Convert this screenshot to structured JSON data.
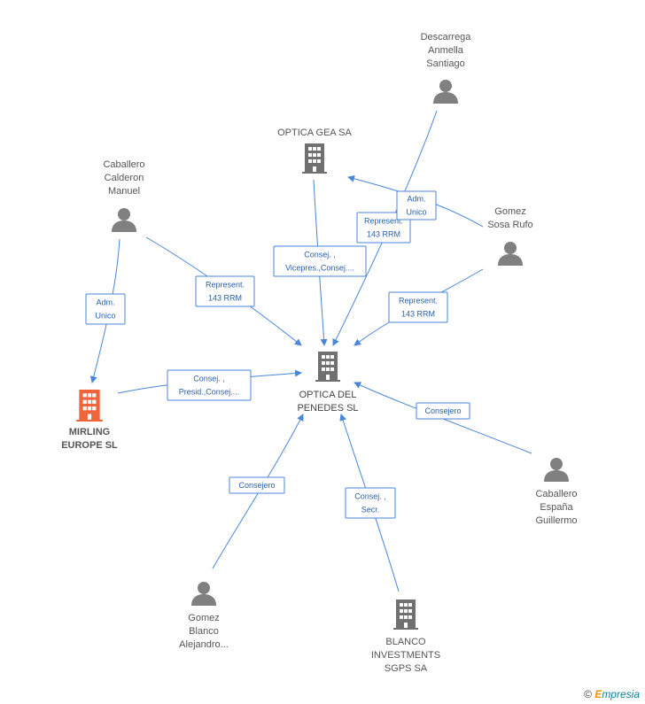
{
  "colors": {
    "edge": "#4a86d8",
    "person": "#808080",
    "company": "#707070",
    "highlight": "#f0643c"
  },
  "nodes": [
    {
      "id": "optica_penedes",
      "type": "company-icon",
      "label": [
        "OPTICA DEL",
        "PENEDES SL"
      ],
      "style": "main"
    },
    {
      "id": "optica_gea",
      "type": "company-icon",
      "label": [
        "OPTICA GEA SA"
      ],
      "style": "normal"
    },
    {
      "id": "mirling",
      "type": "company-icon",
      "label": [
        "MIRLING",
        "EUROPE SL"
      ],
      "style": "highlight"
    },
    {
      "id": "blanco_inv",
      "type": "company-icon",
      "label": [
        "BLANCO",
        "INVESTMENTS",
        "SGPS SA"
      ],
      "style": "normal"
    },
    {
      "id": "descarrega",
      "type": "person-icon",
      "label": [
        "Descarrega",
        "Anmella",
        "Santiago"
      ],
      "style": "normal"
    },
    {
      "id": "caballero_calderon",
      "type": "person-icon",
      "label": [
        "Caballero",
        "Calderon",
        "Manuel"
      ],
      "style": "normal"
    },
    {
      "id": "gomez_sosa",
      "type": "person-icon",
      "label": [
        "Gomez",
        "Sosa Rufo"
      ],
      "style": "normal"
    },
    {
      "id": "caballero_espana",
      "type": "person-icon",
      "label": [
        "Caballero",
        "España",
        "Guillermo"
      ],
      "style": "normal"
    },
    {
      "id": "gomez_blanco",
      "type": "person-icon",
      "label": [
        "Gomez",
        "Blanco",
        "Alejandro..."
      ],
      "style": "normal"
    }
  ],
  "relations": [
    {
      "from": "optica_gea",
      "to": "optica_penedes",
      "label": [
        "Consej. ,",
        "Vicepres.,Consej...."
      ]
    },
    {
      "from": "descarrega",
      "to": "optica_penedes",
      "label": [
        "Represent.",
        "143 RRM"
      ]
    },
    {
      "from": "gomez_sosa",
      "to": "optica_gea",
      "label": [
        "Adm.",
        "Unico"
      ]
    },
    {
      "from": "gomez_sosa",
      "to": "optica_penedes",
      "label": [
        "Represent.",
        "143 RRM"
      ]
    },
    {
      "from": "caballero_calderon",
      "to": "optica_penedes",
      "label": [
        "Represent.",
        "143 RRM"
      ]
    },
    {
      "from": "caballero_calderon",
      "to": "mirling",
      "label": [
        "Adm.",
        "Unico"
      ]
    },
    {
      "from": "mirling",
      "to": "optica_penedes",
      "label": [
        "Consej. ,",
        "Presid.,Consej...."
      ]
    },
    {
      "from": "caballero_espana",
      "to": "optica_penedes",
      "label": [
        "Consejero"
      ]
    },
    {
      "from": "blanco_inv",
      "to": "optica_penedes",
      "label": [
        "Consej. ,",
        "Secr."
      ]
    },
    {
      "from": "gomez_blanco",
      "to": "optica_penedes",
      "label": [
        "Consejero"
      ]
    }
  ],
  "brand": {
    "copyright": "©",
    "initial": "E",
    "rest": "mpresia"
  }
}
